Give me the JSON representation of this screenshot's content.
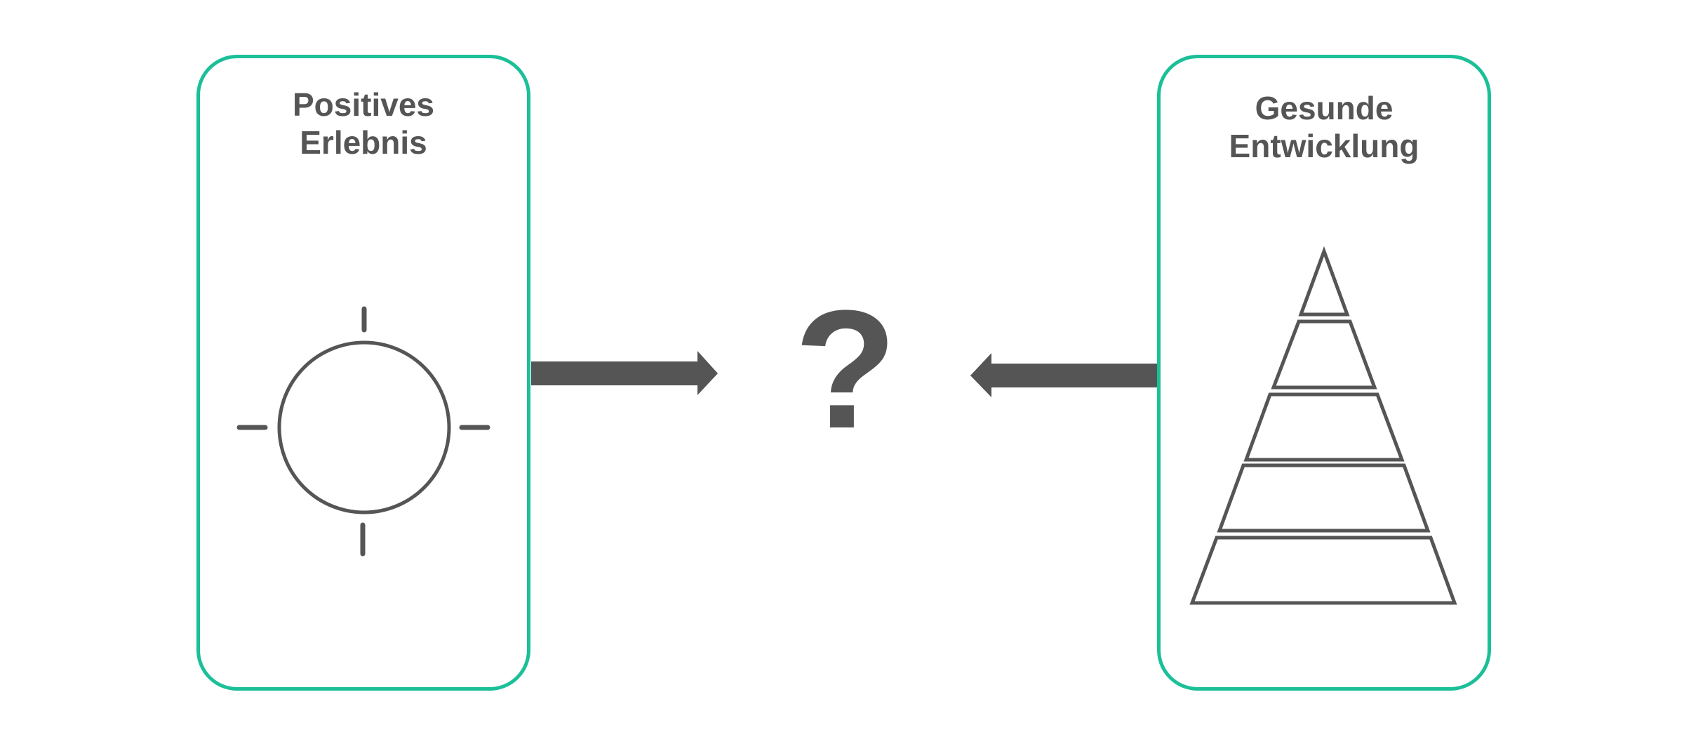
{
  "left_card": {
    "title_line1": "Positives",
    "title_line2": "Erlebnis",
    "icon": "target-circle-icon"
  },
  "right_card": {
    "title_line1": "Gesunde",
    "title_line2": "Entwicklung",
    "icon": "pyramid-icon"
  },
  "center": {
    "symbol": "?"
  },
  "arrows": {
    "left_to_center": "arrow-right-icon",
    "right_to_center": "arrow-left-icon"
  },
  "colors": {
    "card_border": "#1bbf98",
    "ink": "#555555",
    "background": "#ffffff"
  }
}
